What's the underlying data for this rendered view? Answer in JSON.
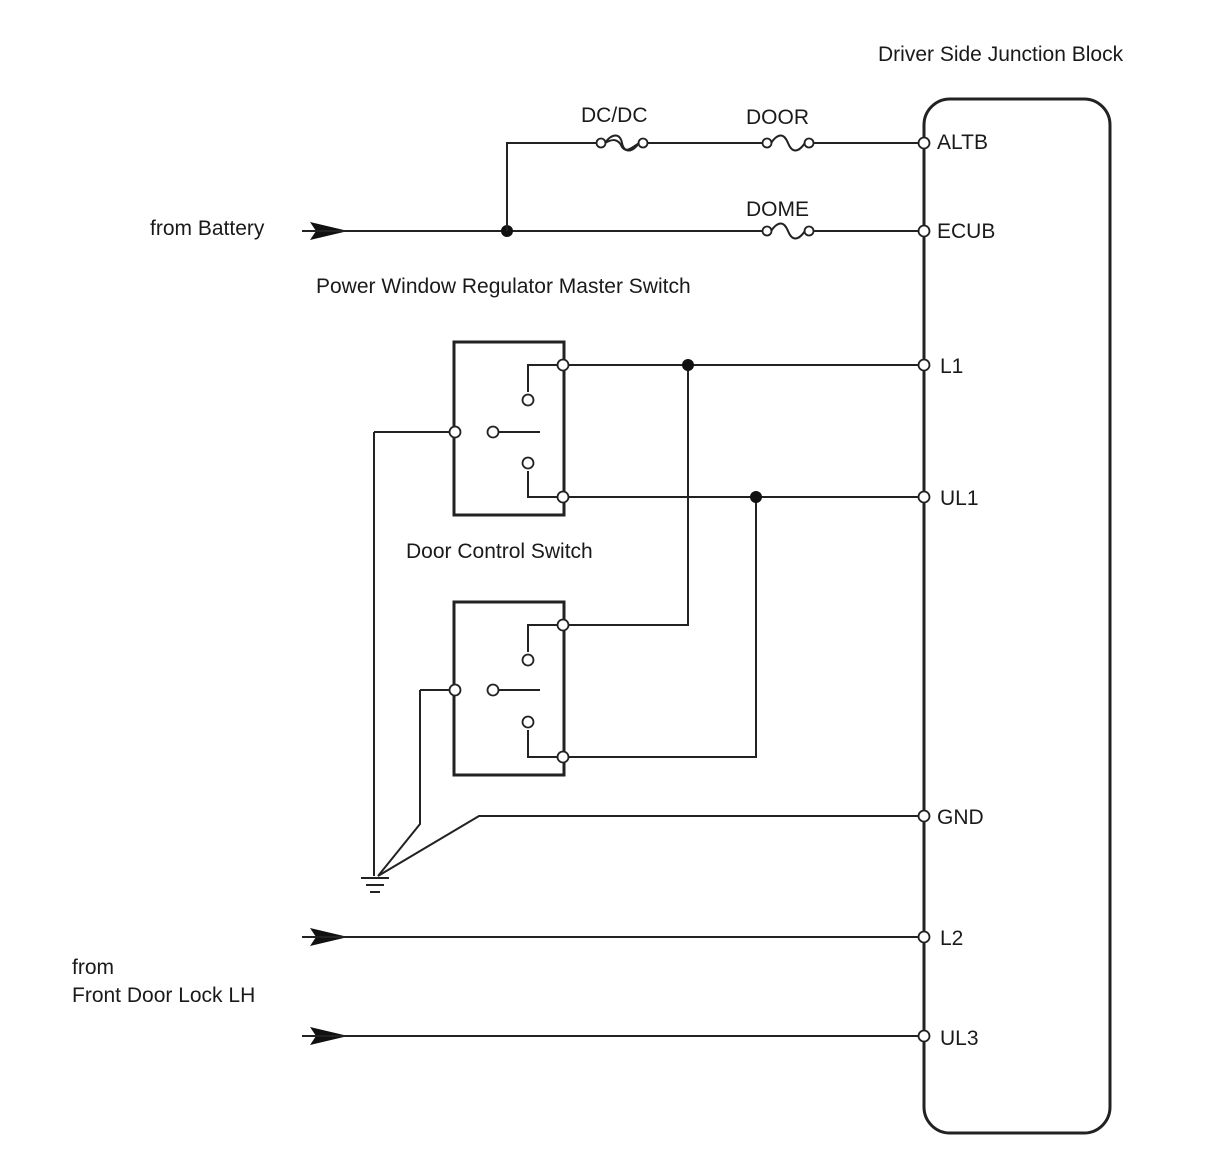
{
  "junction_block": {
    "title": "Driver Side Junction Block",
    "terminals": [
      "ALTB",
      "ECUB",
      "L1",
      "UL1",
      "GND",
      "L2",
      "UL3"
    ]
  },
  "fuses": {
    "dcdc": "DC/DC",
    "door": "DOOR",
    "dome": "DOME"
  },
  "labels": {
    "from_battery": "from Battery",
    "master_switch": "Power Window Regulator Master Switch",
    "door_control_switch": "Door Control Switch",
    "from_front_door_line1": "from",
    "from_front_door_line2": "Front Door Lock LH"
  }
}
